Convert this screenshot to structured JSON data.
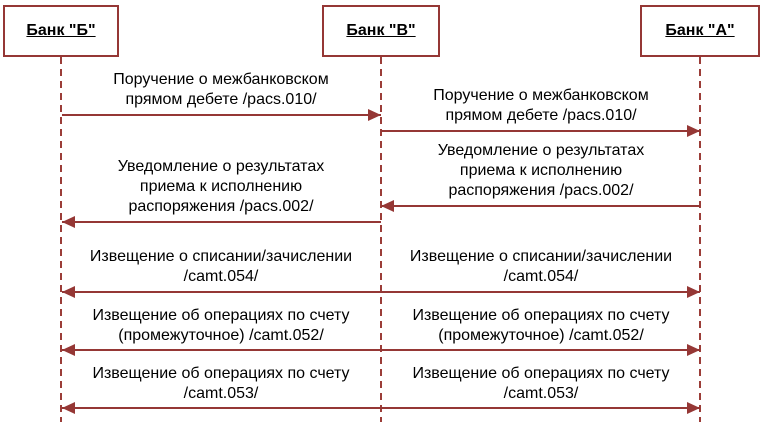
{
  "diagram": {
    "type": "sequence",
    "colors": {
      "line": "#953735",
      "text": "#000000",
      "background": "#ffffff"
    },
    "actors": [
      {
        "label": "Банк \"Б\""
      },
      {
        "label": "Банк \"В\""
      },
      {
        "label": "Банк \"А\""
      }
    ],
    "messages": [
      {
        "from": "Банк \"Б\"",
        "to": "Банк \"В\"",
        "direction": "right",
        "label": "Поручение о межбанковском\nпрямом дебете /pacs.010/"
      },
      {
        "from": "Банк \"В\"",
        "to": "Банк \"А\"",
        "direction": "right",
        "label": "Поручение о межбанковском\nпрямом дебете /pacs.010/"
      },
      {
        "from": "Банк \"А\"",
        "to": "Банк \"В\"",
        "direction": "left",
        "label": "Уведомление о результатах\nприема к исполнению\nраспоряжения /pacs.002/"
      },
      {
        "from": "Банк \"В\"",
        "to": "Банк \"Б\"",
        "direction": "left",
        "label": "Уведомление о результатах\nприема к исполнению\nраспоряжения /pacs.002/"
      },
      {
        "from": "Банк \"Б\"",
        "to": "Банк \"А\"",
        "direction": "both",
        "label_left": "Извещение о списании/зачислении\n/camt.054/",
        "label_right": "Извещение о списании/зачислении\n/camt.054/"
      },
      {
        "from": "Банк \"Б\"",
        "to": "Банк \"А\"",
        "direction": "both",
        "label_left": "Извещение об операциях по счету\n(промежуточное) /camt.052/",
        "label_right": "Извещение об операциях по счету\n(промежуточное) /camt.052/"
      },
      {
        "from": "Банк \"Б\"",
        "to": "Банк \"А\"",
        "direction": "both",
        "label_left": "Извещение об операциях по счету\n/camt.053/",
        "label_right": "Извещение об операциях по счету\n/camt.053/"
      }
    ]
  }
}
